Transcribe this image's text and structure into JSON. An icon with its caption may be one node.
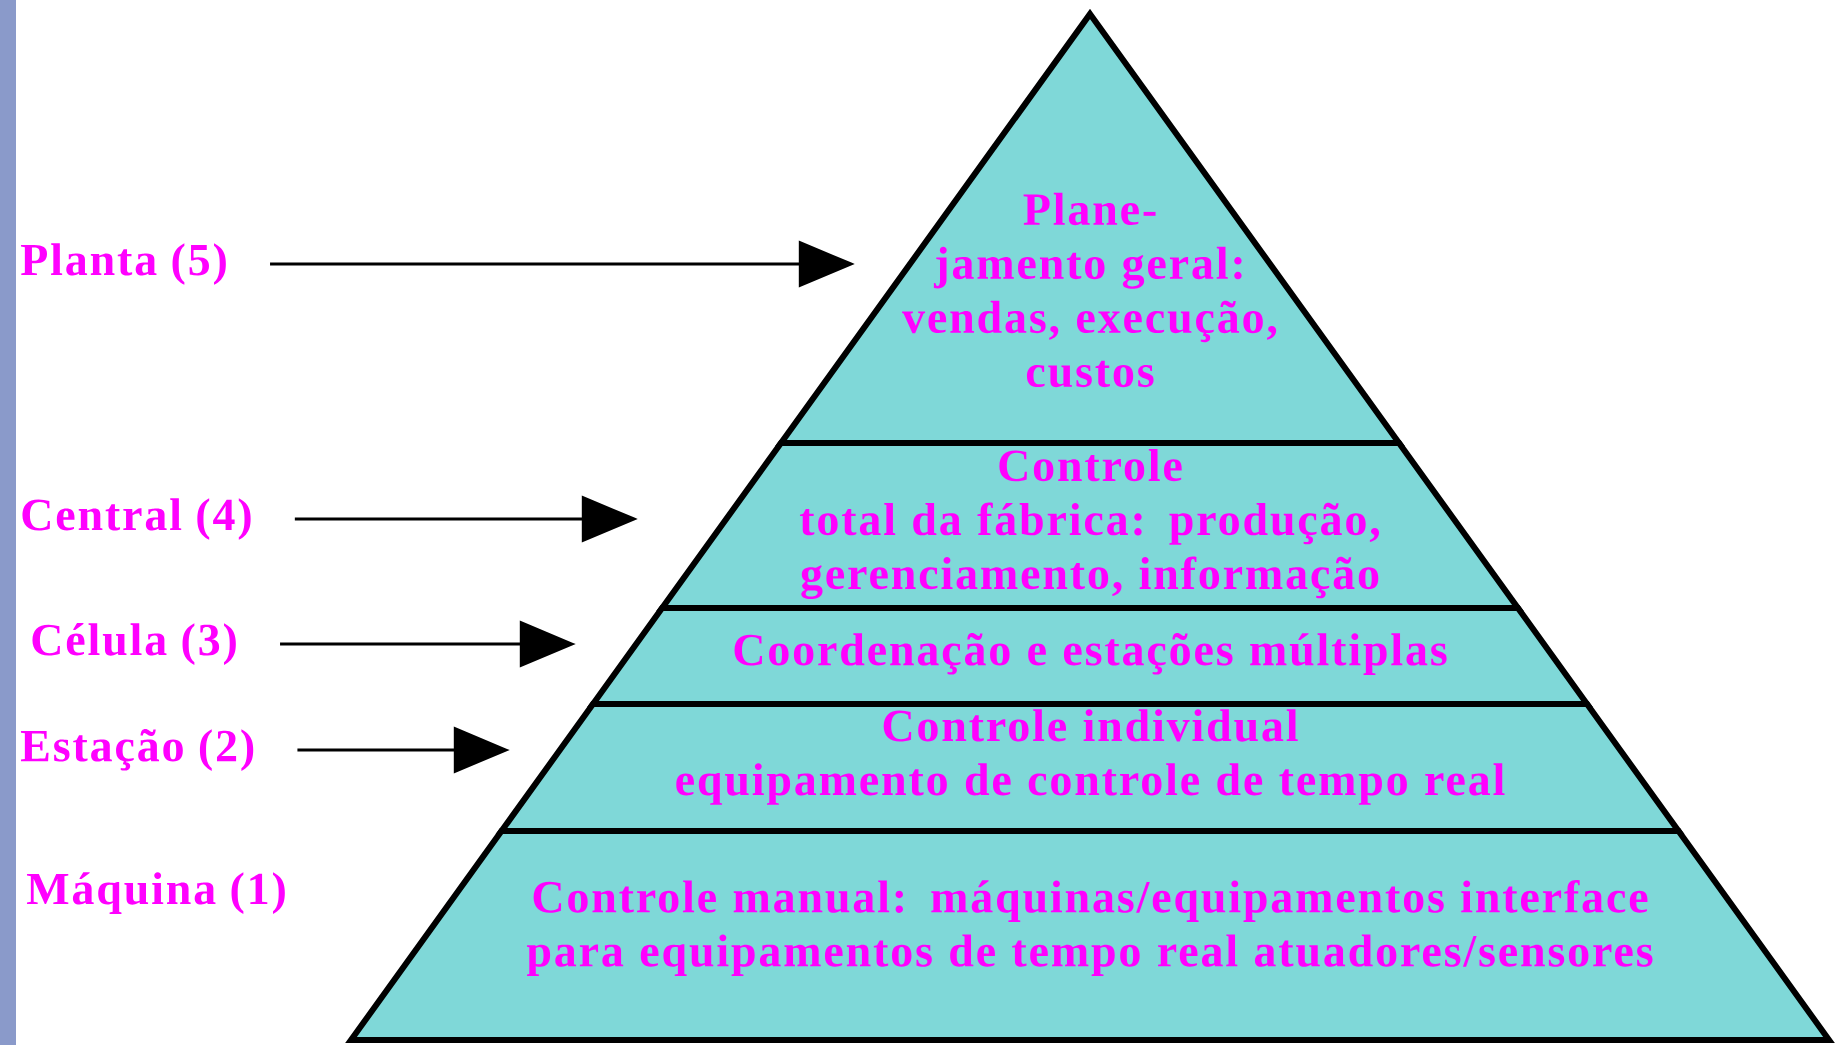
{
  "diagram": {
    "nodes": [
      {
        "text": [
          "Planta (5)"
        ]
      },
      {
        "text": [
          "Central (4)"
        ]
      },
      {
        "text": [
          "Célula (3)"
        ]
      },
      {
        "text": [
          "Estação (2)"
        ]
      },
      {
        "text": [
          "Plane- jamento geral: vendas, execução, custos"
        ]
      },
      {
        "text": [
          "Controle total da fábrica: produção, gerenciamento, informação"
        ]
      },
      {
        "text": [
          "Coordenação e estações múltiplas"
        ]
      },
      {
        "text": [
          "Controle individual equipamento de controle de tempo real"
        ]
      },
      {
        "text": [
          "Controle manual: máquinas/equipamentos interface para equipamentos de tempo real atuadores/sensores"
        ],
        "beside": [
          "Máquina (1)"
        ]
      }
    ],
    "edges": [
      {
        "from": 0,
        "to": 4,
        "arrow": "to"
      },
      {
        "from": 1,
        "to": 5,
        "arrow": "to"
      },
      {
        "from": 2,
        "to": 6,
        "arrow": "to"
      },
      {
        "from": 3,
        "to": 7,
        "arrow": "to"
      }
    ]
  }
}
